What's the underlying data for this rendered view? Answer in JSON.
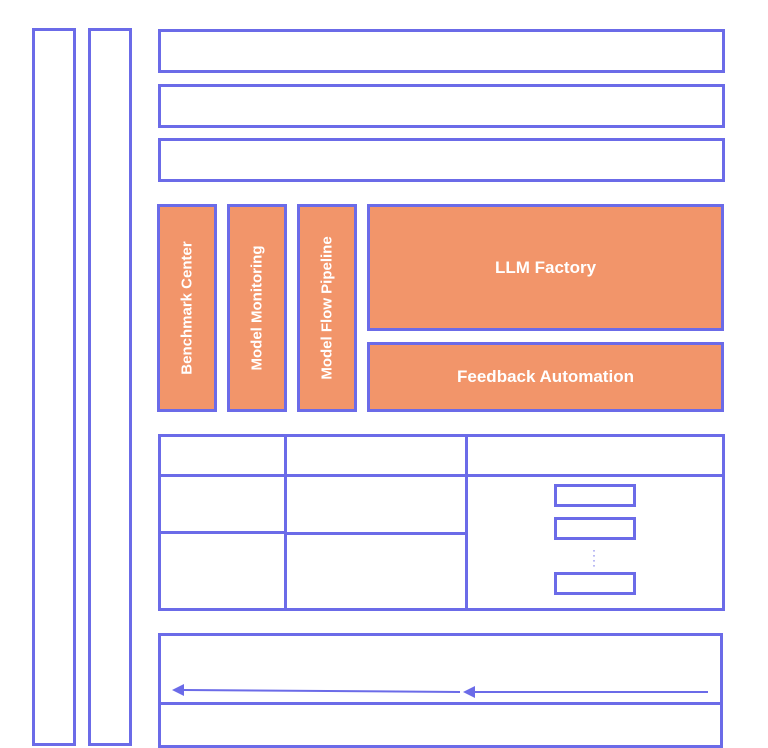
{
  "modules": {
    "benchmark_center": "Benchmark Center",
    "model_monitoring": "Model Monitoring",
    "model_flow_pipeline": "Model Flow Pipeline",
    "llm_factory": "LLM Factory",
    "feedback_automation": "Feedback Automation"
  },
  "colors": {
    "stroke": "#6b6be8",
    "module_fill": "#f2956a",
    "text_on_module": "#ffffff"
  }
}
